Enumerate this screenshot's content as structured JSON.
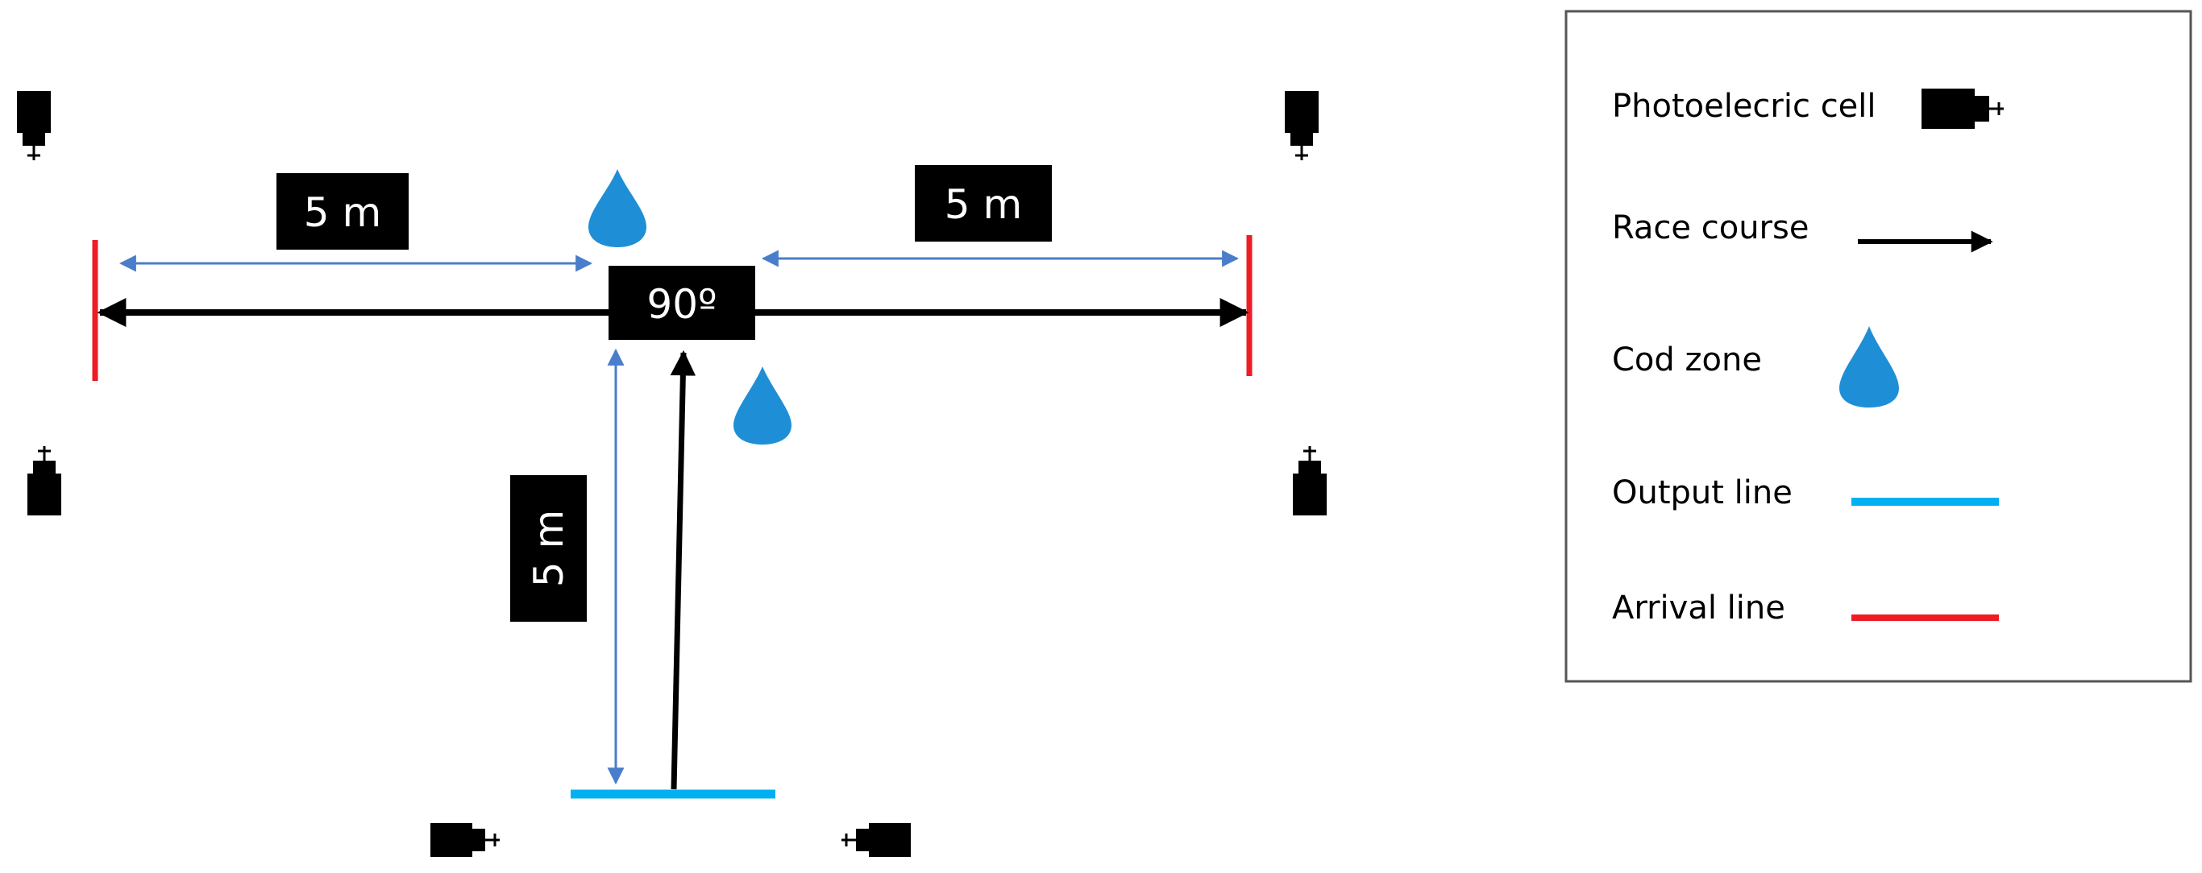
{
  "diagram": {
    "labels": {
      "left_distance": "5 m",
      "right_distance": "5 m",
      "vertical_distance": "5 m",
      "angle": "90º"
    },
    "legend": {
      "items": [
        {
          "label": "Photoelecric cell",
          "symbol": "photoelectric-cell"
        },
        {
          "label": "Race course",
          "symbol": "black-arrow"
        },
        {
          "label": "Cod zone",
          "symbol": "blue-cone"
        },
        {
          "label": "Output line",
          "symbol": "cyan-line"
        },
        {
          "label": "Arrival line",
          "symbol": "red-line"
        }
      ]
    },
    "colors": {
      "course": "#000000",
      "measure": "#4a7ecb",
      "cone": "#1e8fd6",
      "output_line": "#00b0f0",
      "arrival_line": "#ee1c25",
      "label_bg": "#000000"
    }
  }
}
